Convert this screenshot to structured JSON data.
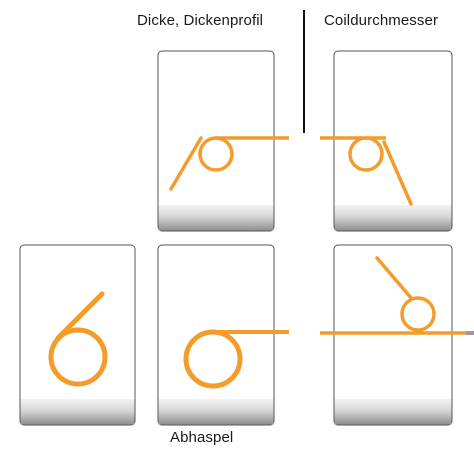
{
  "labels": {
    "thickness": "Dicke, Dickenprofil",
    "coil_diameter": "Coildurchmesser",
    "decoiler": "Abhaspel"
  },
  "colors": {
    "strip": "#f39c2b",
    "panel_border": "#555555",
    "base_light": "#eeeeee",
    "base_dark": "#9a9a9a",
    "divider": "#111111",
    "strip_end": "#9a9a9a"
  }
}
